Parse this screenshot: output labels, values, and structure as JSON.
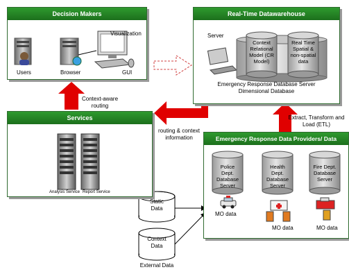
{
  "decision_makers": {
    "title": "Decision Makers",
    "users": "Users",
    "browser": "Browser",
    "gui": "GUI",
    "visualization": "Visualization"
  },
  "datawarehouse": {
    "title": "Real-Time Datawarehouse",
    "server": "Server",
    "db1": [
      "Context",
      "Relational",
      "Model (CR",
      "Model)"
    ],
    "db2": [
      "Real Time",
      "Spatial &",
      "non-spatial",
      "data"
    ],
    "caption1": "Emergency Response Database Server",
    "caption2": "Dimensional Database"
  },
  "services": {
    "title": "Services",
    "analysis": "Analysis Service",
    "report": "Report Service"
  },
  "providers": {
    "title": "Emergency Response Data Providers/ Data Sources",
    "police": [
      "Police",
      "Dept.",
      "Database",
      "Server"
    ],
    "health": [
      "Health",
      "Dept.",
      "Database",
      "Server"
    ],
    "fire": [
      "Fire Dept.",
      "Database",
      "Server"
    ],
    "mo1": "MO data",
    "mo2": "MO data",
    "mo3": "MO data"
  },
  "arrows": {
    "context_routing": [
      "Context-aware",
      "routing"
    ],
    "routing_info": [
      "routing & context",
      "information"
    ],
    "etl": [
      "Extract, Transform and",
      "Load (ETL)"
    ]
  },
  "external": {
    "static": [
      "Static",
      "Data"
    ],
    "context": [
      "Context",
      "Data"
    ],
    "label": "External Data"
  }
}
